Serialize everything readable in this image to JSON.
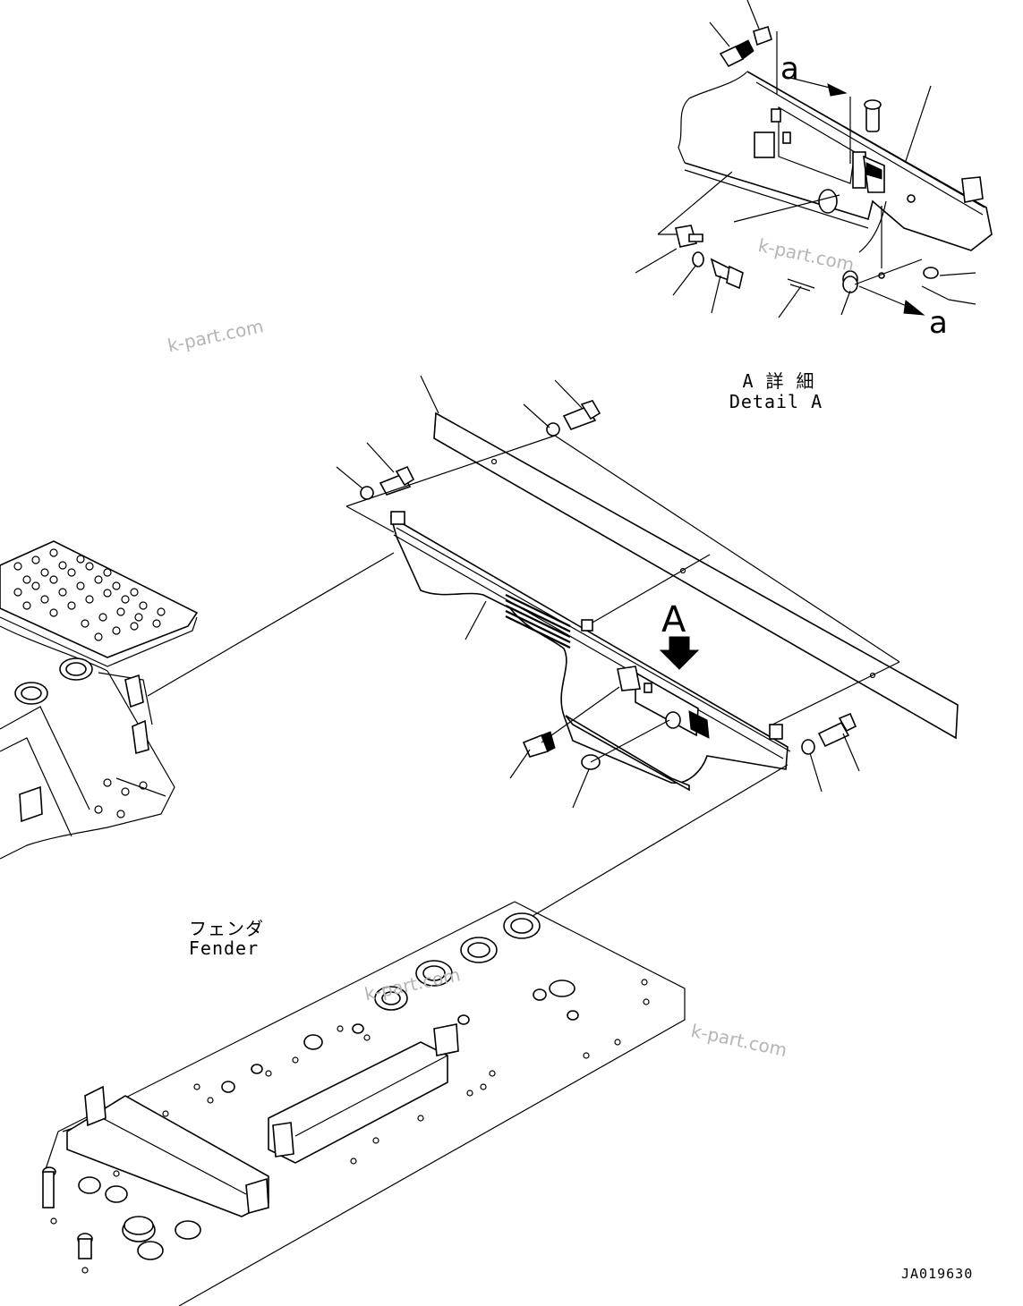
{
  "labels": {
    "detail_a_jp": "A 詳 細",
    "detail_a_en": "Detail A",
    "fender_jp": "フェンダ",
    "fender_en": "Fender",
    "view_letter_big": "A",
    "ref_a_top": "a",
    "ref_a_bottom": "a"
  },
  "drawing_code": "JA019630",
  "watermarks": [
    "k-part.com",
    "k-part.com",
    "k-part.com",
    "k-part.com"
  ]
}
